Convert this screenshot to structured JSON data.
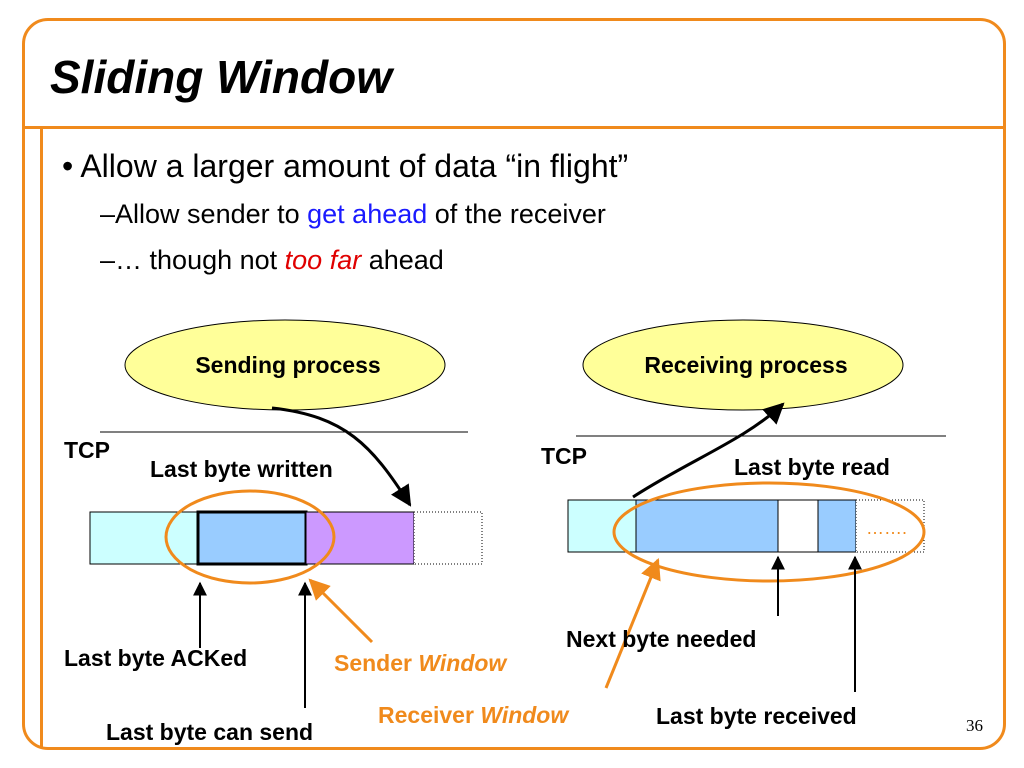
{
  "title": "Sliding Window",
  "bullets": {
    "main": {
      "prefix": "•",
      "text": "Allow a larger amount of data “in flight”"
    },
    "sub1": {
      "dash": "–",
      "before": "Allow sender to ",
      "highlight": "get ahead",
      "after": " of the receiver"
    },
    "sub2": {
      "dash": "–",
      "before": "… though not ",
      "highlight": "too far",
      "after": " ahead"
    }
  },
  "diagram": {
    "sender": {
      "process_label": "Sending process",
      "tcp_label": "TCP",
      "last_byte_written": "Last byte written",
      "last_byte_acked": "Last byte ACKed",
      "last_byte_can_send": "Last byte can send",
      "window_label_prefix": "Sender ",
      "window_label_word": "Window"
    },
    "receiver": {
      "process_label": "Receiving process",
      "tcp_label": "TCP",
      "last_byte_read": "Last byte read",
      "next_byte_needed": "Next byte needed",
      "last_byte_received": "Last byte received",
      "window_label_prefix": "Receiver ",
      "window_label_word": "Window",
      "ellipsis": "……."
    }
  },
  "colors": {
    "accent": "#f08a1c",
    "ellipse_fill": "#ffff99",
    "buffer_cyan": "#ccffff",
    "buffer_blue": "#99ccff",
    "buffer_purple": "#cc99ff",
    "blue_text": "#1a1aff",
    "red_text": "#e00000"
  },
  "page_number": "36"
}
